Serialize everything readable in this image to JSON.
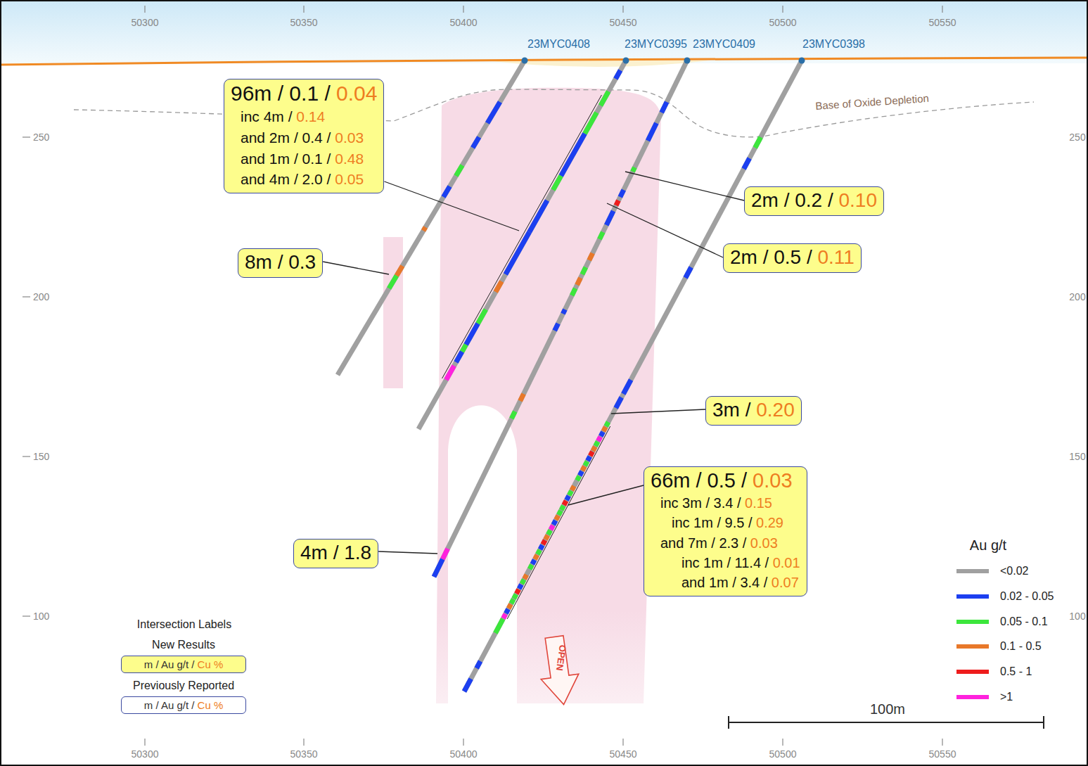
{
  "diagram": {
    "nodes": [
      {
        "text": [
          "96m / 0.1 / 0.04",
          "inc 4m / 0.14",
          "and 2m / 0.4 / 0.03",
          "and 1m / 0.1 / 0.48",
          "and 4m / 2.0 / 0.05"
        ]
      },
      {
        "text": [
          "8m / 0.3"
        ]
      },
      {
        "text": [
          "2m / 0.2 / 0.10"
        ]
      },
      {
        "text": [
          "2m / 0.5 / 0.11"
        ]
      },
      {
        "text": [
          "3m / 0.20"
        ]
      },
      {
        "text": [
          "66m / 0.5 / 0.03",
          "inc 3m / 3.4 / 0.15",
          "inc 1m / 9.5 / 0.29",
          "and 7m / 2.3 / 0.03",
          "inc 1m / 11.4 / 0.01",
          "and 1m / 3.4 / 0.07"
        ]
      },
      {
        "text": [
          "4m / 1.8"
        ]
      },
      {
        "text": [
          "New Results",
          "m / Au g/t / Cu %"
        ]
      },
      {
        "text": [
          "Previously Reported",
          "m / Au g/t / Cu %"
        ]
      }
    ],
    "labels": [
      "23MYC0408",
      "23MYC0395",
      "23MYC0409",
      "23MYC0398",
      "Base of Oxide Depletion",
      "OPEN",
      "100m",
      "Intersection Labels",
      "Au g/t",
      "50300",
      "50350",
      "50400",
      "50450",
      "50500",
      "50550",
      "50300",
      "50350",
      "50400",
      "50450",
      "50500",
      "50550",
      "250",
      "200",
      "150",
      "100",
      "250",
      "200",
      "150",
      "100"
    ],
    "legend": [
      {
        "text": "<0.02",
        "color": "#a0a0a0"
      },
      {
        "text": "0.02 - 0.05",
        "color": "#1c3ff0"
      },
      {
        "text": "0.05 - 0.1",
        "color": "#3ce63c"
      },
      {
        "text": "0.1 - 0.5",
        "color": "#e8782a"
      },
      {
        "text": "0.5 - 1",
        "color": "#ee1c1c"
      },
      {
        "text": ">1",
        "color": "#ff22dd"
      }
    ]
  }
}
